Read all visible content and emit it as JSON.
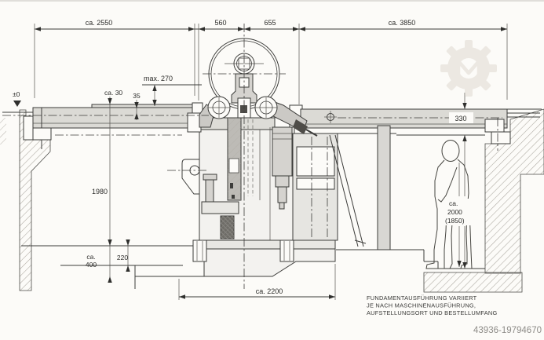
{
  "drawing": {
    "type": "technical-installation-drawing",
    "subject": "machine cross-section with foundation pit and operator figure",
    "dimensions": {
      "top_span_left": "ca. 2550",
      "top_span_mid_left": "560",
      "top_span_mid_right": "655",
      "top_span_right": "ca. 3850",
      "datum": "±0",
      "max_height": "max. 270",
      "table_step": "ca. 30",
      "table_strip": "35",
      "beam_height": "330",
      "pit_depth": "1980",
      "foundation_lower_prefix": "ca.",
      "foundation_lower_value": "400",
      "foundation_step": "220",
      "base_width": "ca. 2200",
      "pit_height_prefix": "ca.",
      "pit_height_value": "2000",
      "pit_height_alt": "(1850)"
    },
    "footnote": {
      "line1": "FUNDAMENTAUSFÜHRUNG VARIIERT",
      "line2": "JE NACH MASCHINENAUSFÜHRUNG,",
      "line3": "AUFSTELLUNGSORT UND BESTELLUMFANG"
    },
    "watermark_number": "43936-19794670",
    "colors": {
      "paper": "#fcfbf8",
      "ink": "#3c3c3a",
      "beam_fill": "#dbdad5",
      "part_fill": "#d5d3cf",
      "dark_part": "#4e4c48",
      "hatch_line": "#aba79f",
      "watermark": "#d9d3c8",
      "id_text": "#8e8c88"
    }
  }
}
